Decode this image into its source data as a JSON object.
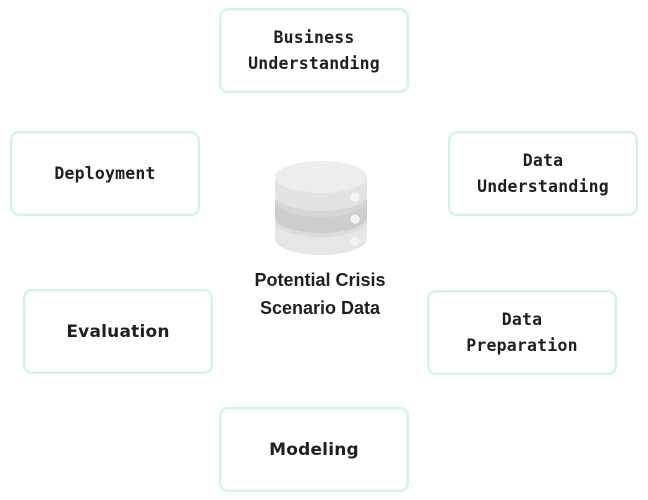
{
  "diagram": {
    "center": {
      "icon": "database-icon",
      "label": "Potential Crisis\nScenario Data"
    },
    "nodes": {
      "business_understanding": "Business\nUnderstanding",
      "data_understanding": "Data\nUnderstanding",
      "data_preparation": "Data\nPreparation",
      "modeling": "Modeling",
      "evaluation": "Evaluation",
      "deployment": "Deployment"
    },
    "colors": {
      "node_border": "#d2f2ee",
      "database_light": "#e4e4e4",
      "database_dark": "#cfcfcf",
      "text": "#1f1f1f"
    }
  }
}
